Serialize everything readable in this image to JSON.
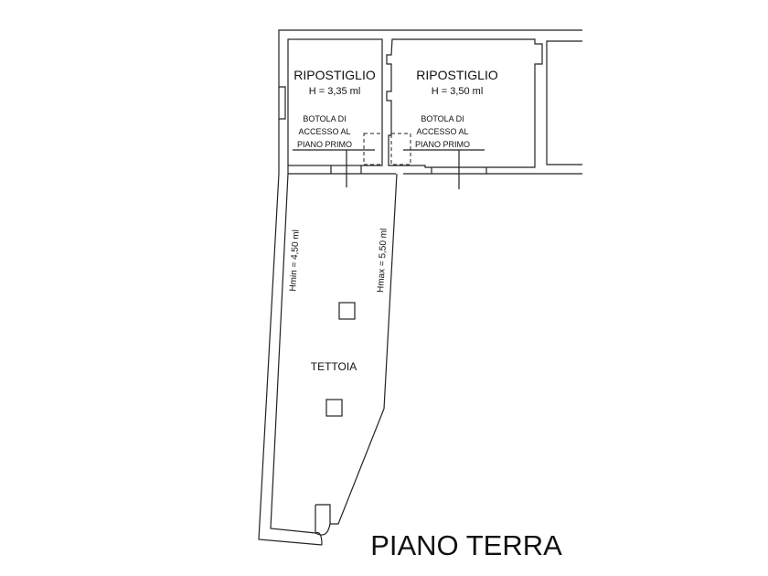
{
  "rooms": [
    {
      "name": "RIPOSTIGLIO",
      "height": "H = 3,35 ml",
      "note": [
        "BOTOLA DI",
        "ACCESSO AL",
        "PIANO PRIMO"
      ]
    },
    {
      "name": "RIPOSTIGLIO",
      "height": "H = 3,50 ml",
      "note": [
        "BOTOLA DI",
        "ACCESSO AL",
        "PIANO PRIMO"
      ]
    }
  ],
  "tettoia": {
    "name": "TETTOIA",
    "hmin": "Hmin = 4,50 ml",
    "hmax": "Hmax = 5,50 ml"
  },
  "title": "PIANO TERRA"
}
